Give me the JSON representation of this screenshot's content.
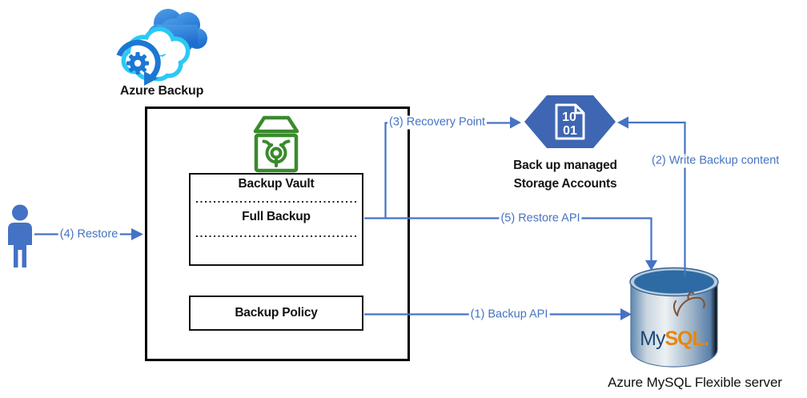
{
  "diagram": {
    "azure_backup": {
      "label": "Azure Backup",
      "icon": "azure-backup-cloud-icon"
    },
    "user": {
      "icon": "person-icon"
    },
    "vault_group": {
      "vault_icon": "backup-vault-icon",
      "vault_label": "Backup Vault",
      "full_backup_label": "Full Backup",
      "policy_label": "Backup Policy"
    },
    "storage": {
      "icon": "binary-document-hexagon-icon",
      "binary_top": "10",
      "binary_bottom": "01",
      "label_line1": "Back up managed",
      "label_line2": "Storage Accounts"
    },
    "mysql": {
      "icon": "mysql-database-cylinder-icon",
      "logo_my": "My",
      "logo_sql": "SQL",
      "logo_dot": ".",
      "label": "Azure MySQL Flexible server"
    },
    "flows": {
      "backup_api": "(1) Backup API",
      "write_backup_content": "(2) Write Backup content",
      "recovery_point": "(3) Recovery Point",
      "restore": "(4) Restore",
      "restore_api": "(5) Restore API"
    },
    "colors": {
      "flow_blue": "#4573C4",
      "hexagon_blue": "#3E66B2",
      "vault_green": "#3A8A2C",
      "cloud_blue": "#2B82DC",
      "cloud_cyan": "#2BC9F4",
      "person_blue": "#4472C4",
      "mysql_navy": "#1B4A76",
      "mysql_orange": "#E8860B"
    }
  }
}
